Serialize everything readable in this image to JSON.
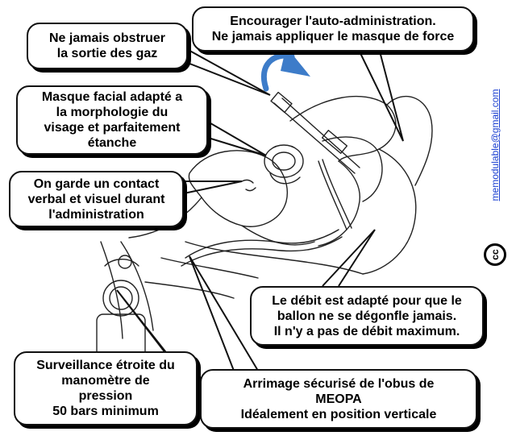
{
  "callouts": {
    "encourage": "Encourager l'auto-administration.\nNe jamais appliquer le masque de force",
    "no_obstruct": "Ne jamais obstruer\nla sortie des gaz",
    "mask_fit": "Masque facial adapté a\nla morphologie du\nvisage et parfaitement\nétanche",
    "contact": "On garde un contact\nverbal et visuel durant\nl'administration",
    "flow_rate": "Le débit est adapté pour que le\nballon ne se dégonfle  jamais.\nIl n'y a pas de débit maximum.",
    "surveillance": "Surveillance étroite du\nmanomètre de\npression\n50 bars minimum",
    "securing": "Arrimage sécurisé de l'obus de\nMEOPA\nIdéalement en position verticale"
  },
  "email": "memodulable@gmail.com",
  "license_badge": "cc",
  "colors": {
    "arrow": "#3d7cc9",
    "line": "#111111",
    "callout_bg": "#ffffff",
    "email": "#1a3fd1"
  }
}
